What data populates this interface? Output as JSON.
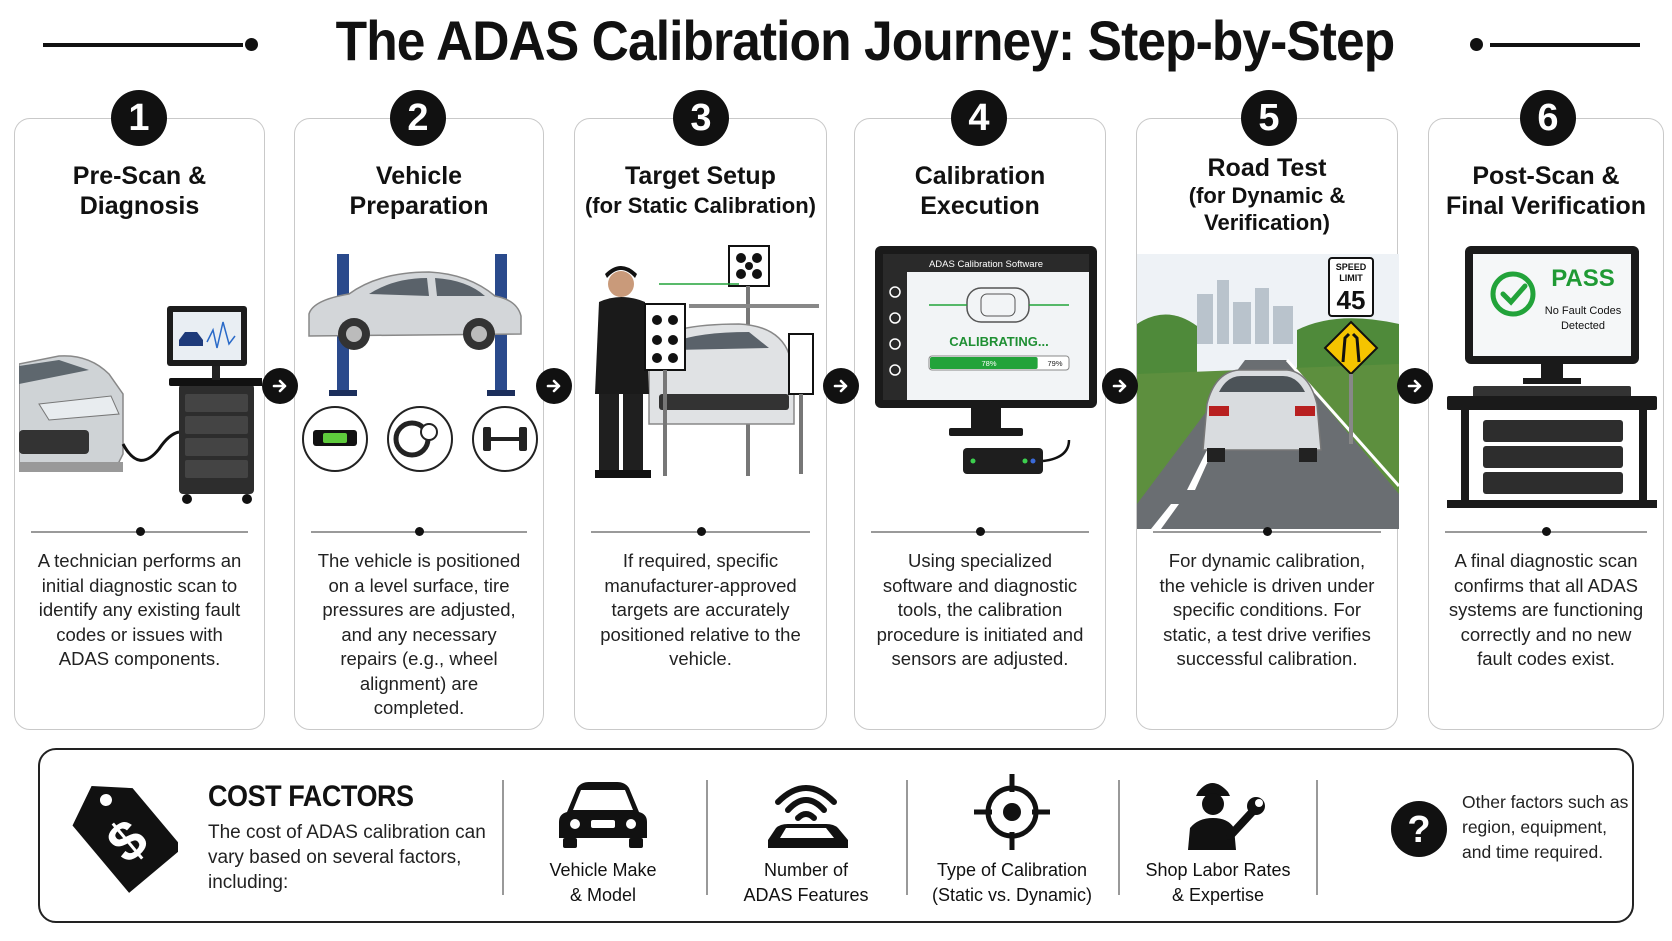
{
  "title": "The ADAS Calibration Journey: Step-by-Step",
  "steps": [
    {
      "number": "1",
      "title_lines": [
        "Pre-Scan &",
        "Diagnosis"
      ],
      "subtitle_lines": [],
      "description": "A technician performs an initial diagnostic scan to identify any existing fault codes or issues with ADAS components."
    },
    {
      "number": "2",
      "title_lines": [
        "Vehicle",
        "Preparation"
      ],
      "subtitle_lines": [],
      "description": "The vehicle is positioned on a level surface, tire pressures are adjusted, and any necessary repairs (e.g., wheel alignment) are completed."
    },
    {
      "number": "3",
      "title_lines": [
        "Target Setup"
      ],
      "subtitle_lines": [
        "(for Static Calibration)"
      ],
      "description": "If required, specific manufacturer-approved targets are accurately positioned relative to the vehicle."
    },
    {
      "number": "4",
      "title_lines": [
        "Calibration",
        "Execution"
      ],
      "subtitle_lines": [],
      "description": "Using specialized software and diagnostic tools, the calibration procedure is initiated and sensors are adjusted."
    },
    {
      "number": "5",
      "title_lines": [
        "Road Test"
      ],
      "subtitle_lines": [
        "(for Dynamic &",
        "Verification)"
      ],
      "description": "For dynamic calibration, the vehicle is driven under specific conditions. For static, a test drive verifies successful calibration."
    },
    {
      "number": "6",
      "title_lines": [
        "Post-Scan &",
        "Final Verification"
      ],
      "subtitle_lines": [],
      "description": "A final diagnostic scan confirms that all ADAS systems are functioning correctly and no new fault codes exist."
    }
  ],
  "screens": {
    "software_title": "ADAS Calibration Software",
    "calibrating_label": "CALIBRATING...",
    "progress_inner": "78%",
    "progress_outer": "79%",
    "progress_value": 0.78,
    "speed_sign_top": "SPEED",
    "speed_sign_mid": "LIMIT",
    "speed_sign_value": "45",
    "pass_label": "PASS",
    "pass_line1": "No Fault Codes",
    "pass_line2": "Detected"
  },
  "cost": {
    "title": "COST FACTORS",
    "description": "The cost of ADAS calibration can vary based on several factors, including:",
    "factors": [
      {
        "icon": "car-front-icon",
        "lines": [
          "Vehicle Make",
          "& Model"
        ]
      },
      {
        "icon": "car-signal-icon",
        "lines": [
          "Number of",
          "ADAS Features"
        ]
      },
      {
        "icon": "crosshair-icon",
        "lines": [
          "Type of Calibration",
          "(Static vs. Dynamic)"
        ]
      },
      {
        "icon": "mechanic-icon",
        "lines": [
          "Shop Labor Rates",
          "& Expertise"
        ]
      }
    ],
    "other": "Other factors such as region, equipment, and time required."
  },
  "colors": {
    "accent_green": "#22a33a",
    "ink": "#111111",
    "card_border": "#c9c9c9",
    "lift_blue": "#2a4a8c",
    "sign_yellow": "#f5c400"
  }
}
